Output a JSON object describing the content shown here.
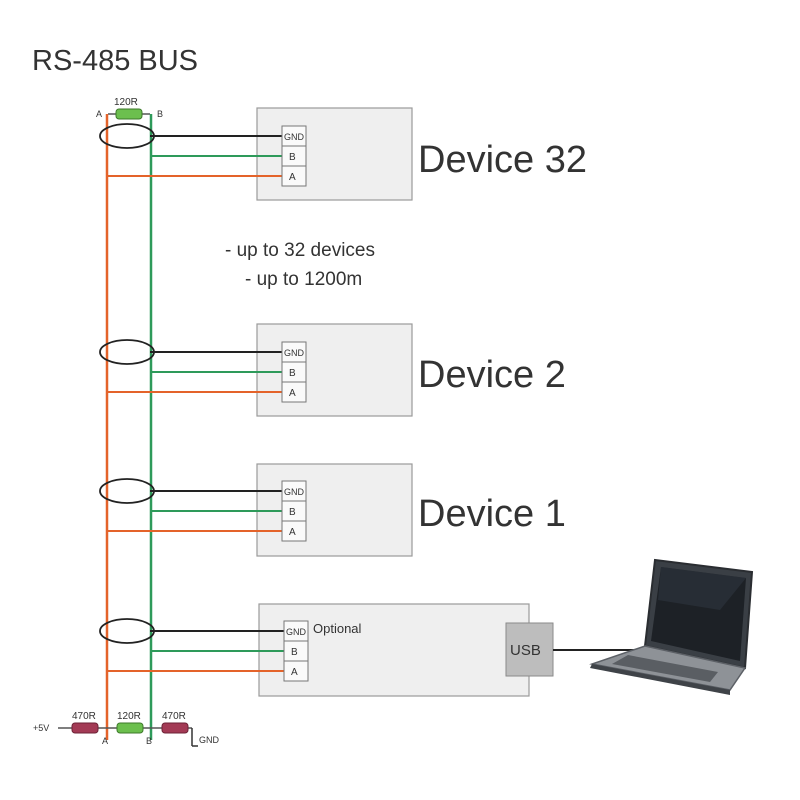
{
  "title": "RS-485 BUS",
  "top_resistor": {
    "label": "120R",
    "left_label": "A",
    "right_label": "B"
  },
  "notes": [
    "- up to 32 devices",
    "- up to 1200m"
  ],
  "devices": [
    {
      "name": "Device 32",
      "gnd": "GND",
      "b": "B",
      "a": "A"
    },
    {
      "name": "Device 2",
      "gnd": "GND",
      "b": "B",
      "a": "A"
    },
    {
      "name": "Device 1",
      "gnd": "GND",
      "b": "B",
      "a": "A"
    }
  ],
  "optional": {
    "label": "Optional",
    "gnd": "GND",
    "b": "B",
    "a": "A",
    "usb": "USB"
  },
  "bottom": {
    "vcc": "+5V",
    "r1": "470R",
    "r2": "120R",
    "r3": "470R",
    "a": "A",
    "b": "B",
    "gnd": "GND"
  },
  "colors": {
    "a_line": "#e4632a",
    "b_line": "#2e9a5a",
    "gnd_line": "#222222",
    "box_fill": "#efefef",
    "box_stroke": "#9a9a9a",
    "resistor_green": "#6cbf4e",
    "resistor_red": "#a33a55",
    "usb_fill": "#bdbdbd"
  }
}
